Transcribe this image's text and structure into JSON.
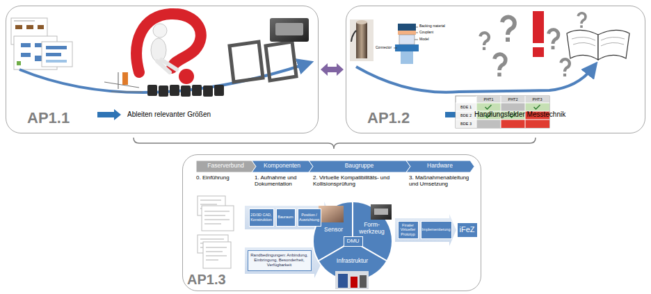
{
  "diagram": {
    "nodes": [
      {
        "text": [
          "AP1.1",
          "Ableiten relevanter Größen"
        ]
      },
      {
        "text": [
          "AP1.2",
          "Handlungsfelder Messtechnik"
        ]
      },
      {
        "text": [
          "AP1.3"
        ]
      },
      {
        "text": [
          "Faserverbund"
        ],
        "in": 2
      },
      {
        "text": [
          "Komponenten"
        ],
        "in": 2
      },
      {
        "text": [
          "Baugruppe"
        ],
        "in": 2
      },
      {
        "text": [
          "Hardware"
        ],
        "in": 2
      },
      {
        "text": [
          "2D/3D CAD, Konstruktion"
        ],
        "in": 2
      },
      {
        "text": [
          "Bauraum"
        ],
        "in": 2
      },
      {
        "text": [
          "Position / Ausrichtung"
        ],
        "in": 2
      },
      {
        "text": [
          "Randbedingungen: Anbindung, Einbringung, Besonderheit, Verfügbarkeit"
        ],
        "in": 2
      },
      {
        "text": [
          "Sensor"
        ],
        "in": 2
      },
      {
        "text": [
          "Form- werkzeug"
        ],
        "in": 2
      },
      {
        "text": [
          "Infrastruktur"
        ],
        "in": 2
      },
      {
        "text": [
          "DMU"
        ],
        "in": 2
      },
      {
        "text": [
          "Finaler Virtueller Prototyp"
        ],
        "in": 2
      },
      {
        "text": [
          "Implementierung"
        ],
        "in": 2
      },
      {
        "text": [
          "iFeZ"
        ],
        "in": 2
      }
    ],
    "edges": [
      {
        "from": 0,
        "to": 1,
        "arrow": "both"
      }
    ],
    "labels": [
      "0. Einführung",
      "1. Aufnahme und Dokumentation",
      "2. Virtuelle Kompatibilitäts- und Kollisionsprüfung",
      "3. Maßnahmenableitung und Umsetzung",
      "Backing material",
      "Couplant",
      "Model",
      "Connector",
      "PHT1",
      "PHT2",
      "PHT3",
      "BDE 1",
      "BDE 2",
      "BDE 3"
    ]
  }
}
